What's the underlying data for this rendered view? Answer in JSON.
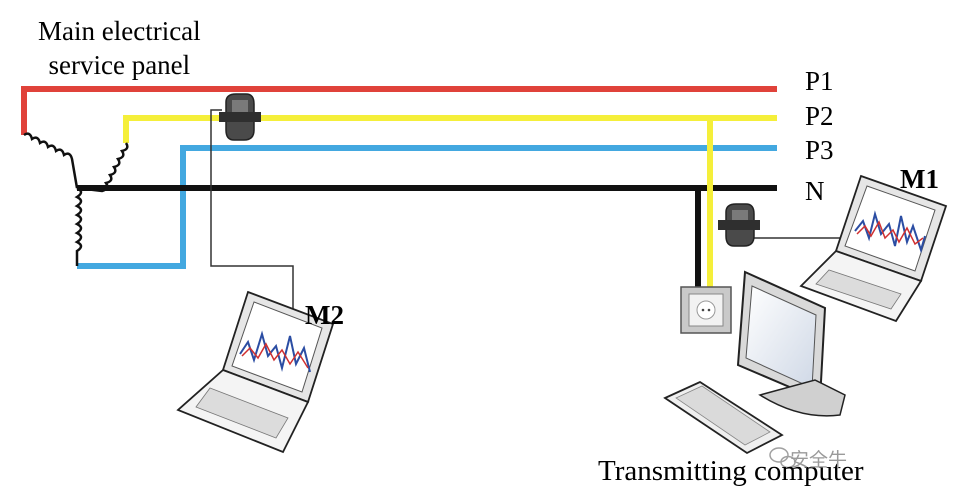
{
  "panel": {
    "line1": "Main electrical",
    "line2": "service panel"
  },
  "lines": {
    "p1": "P1",
    "p2": "P2",
    "p3": "P3",
    "n": "N"
  },
  "meters": {
    "m1": "M1",
    "m2": "M2"
  },
  "computer_label": "Transmitting computer",
  "watermark": "安全牛",
  "colors": {
    "p1": "#e0423a",
    "p2": "#f5ef3a",
    "p3": "#43a8e0",
    "n": "#111111"
  },
  "icons": [
    "laptop-icon",
    "current-clamp-icon",
    "wall-socket-icon",
    "monitor-icon",
    "keyboard-icon",
    "coil-icon"
  ]
}
